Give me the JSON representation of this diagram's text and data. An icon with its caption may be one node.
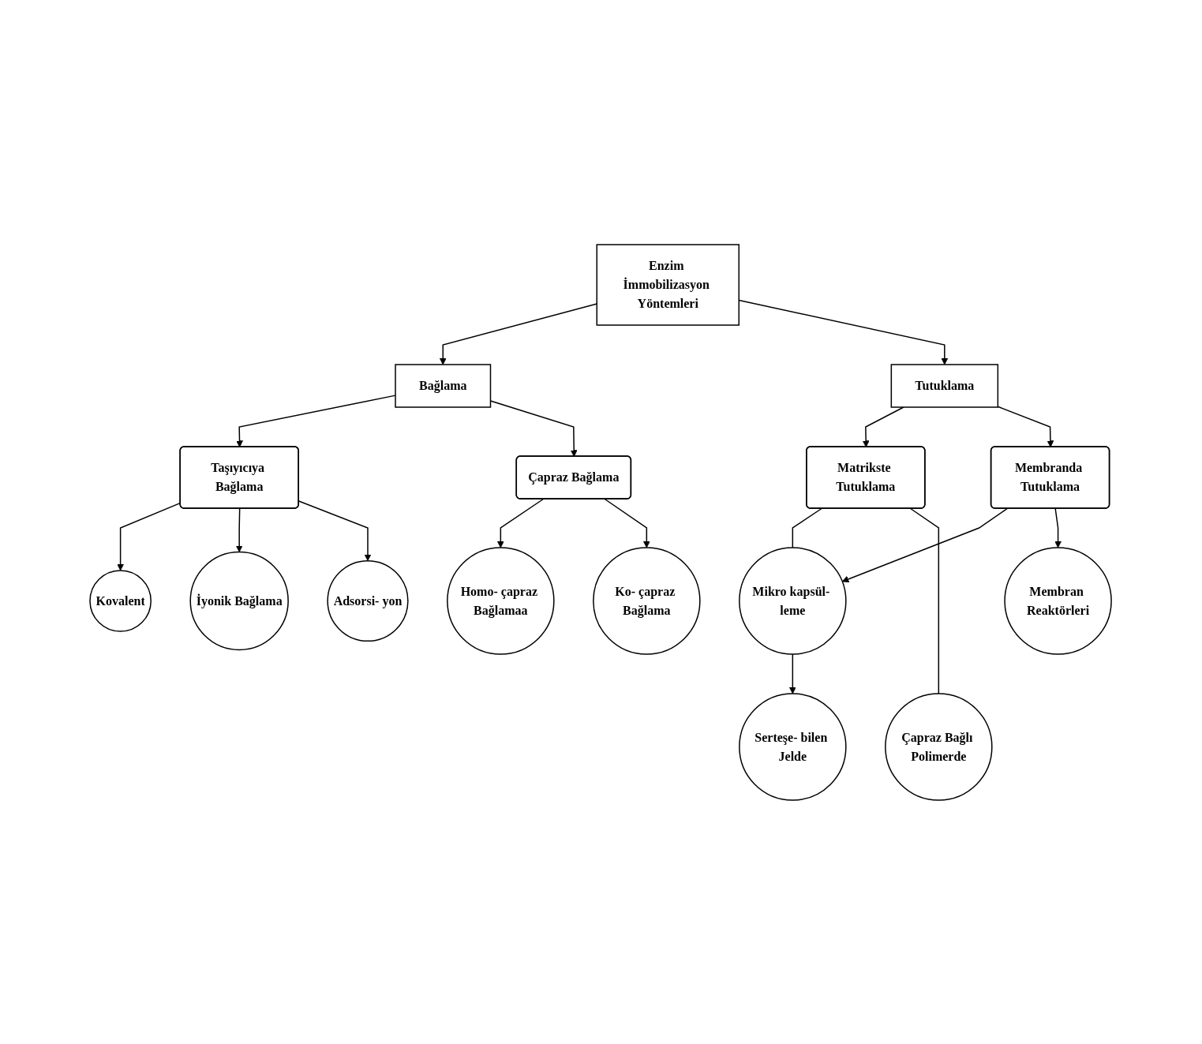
{
  "diagram": {
    "nodes": [
      {
        "text": [
          "Enzim İmmobilizasyon Yöntemleri"
        ]
      },
      {
        "text": [
          "Bağlama"
        ]
      },
      {
        "text": [
          "Tutuklama"
        ]
      },
      {
        "text": [
          "Taşıyıcıya Bağlama"
        ]
      },
      {
        "text": [
          "Çapraz Bağlama"
        ]
      },
      {
        "text": [
          "Matrikste Tutuklama"
        ]
      },
      {
        "text": [
          "Membranda Tutuklama"
        ]
      },
      {
        "text": [
          "Kovalent"
        ]
      },
      {
        "text": [
          "Adsorsi- yon"
        ]
      },
      {
        "text": [
          "İyonik Bağlama"
        ]
      },
      {
        "text": [
          "Homo- çapraz Bağlamaa"
        ]
      },
      {
        "text": [
          "Ko- çapraz Bağlama"
        ]
      },
      {
        "text": [
          "Mikro kapsül- leme"
        ]
      },
      {
        "text": [
          "Membran Reaktörleri"
        ]
      },
      {
        "text": [
          "Çapraz Bağlı Polimerde"
        ]
      },
      {
        "text": [
          "Serteşe- bilen Jelde"
        ]
      }
    ],
    "edges": [
      {
        "from": 0,
        "to": 1,
        "arrow": "to"
      },
      {
        "from": 0,
        "to": 2,
        "arrow": "to"
      },
      {
        "from": 1,
        "to": 3,
        "arrow": "to"
      },
      {
        "from": 1,
        "to": 4,
        "arrow": "to"
      },
      {
        "from": 2,
        "to": 5,
        "arrow": "to"
      },
      {
        "from": 2,
        "to": 6,
        "arrow": "to"
      },
      {
        "from": 3,
        "to": 7,
        "arrow": "to"
      },
      {
        "from": 3,
        "to": 9,
        "arrow": "to"
      },
      {
        "from": 3,
        "to": 8,
        "arrow": "to"
      },
      {
        "from": 4,
        "to": 10,
        "arrow": "to"
      },
      {
        "from": 4,
        "to": 11,
        "arrow": "to"
      },
      {
        "from": 5,
        "to": 12,
        "arrow": "none"
      },
      {
        "from": 5,
        "to": 14,
        "arrow": "none"
      },
      {
        "from": 6,
        "to": 12,
        "arrow": "to"
      },
      {
        "from": 6,
        "to": 13,
        "arrow": "to"
      },
      {
        "from": 12,
        "to": 15,
        "arrow": "to"
      }
    ]
  }
}
